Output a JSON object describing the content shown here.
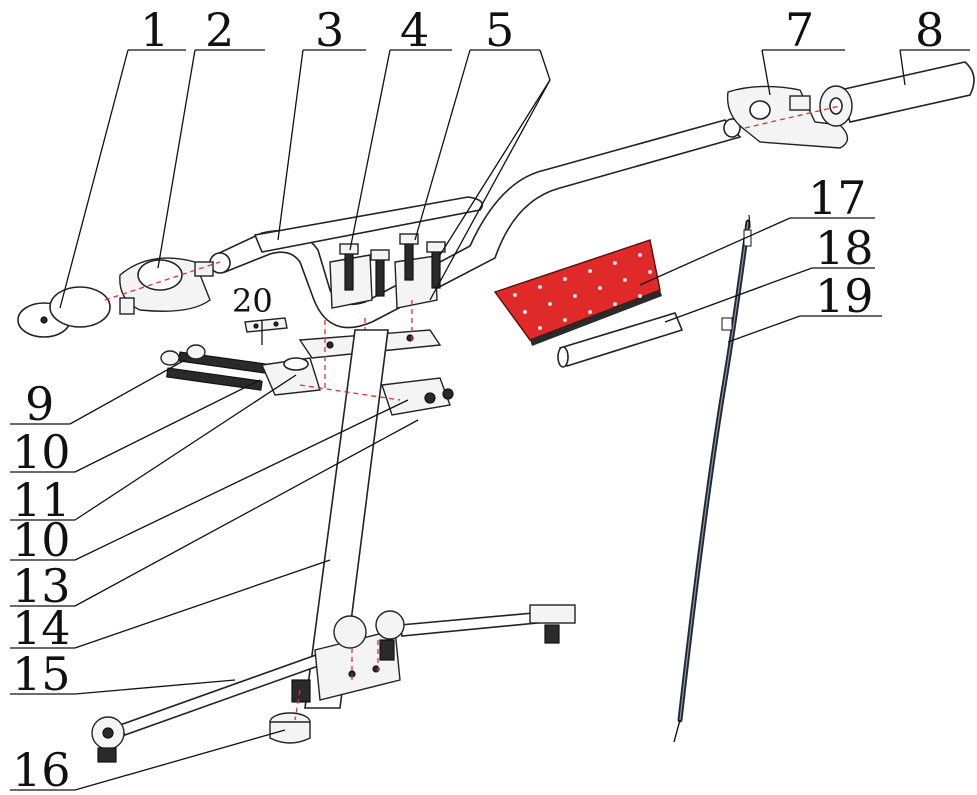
{
  "callouts": [
    {
      "id": "c1",
      "label": "1"
    },
    {
      "id": "c2",
      "label": "2"
    },
    {
      "id": "c3",
      "label": "3"
    },
    {
      "id": "c4",
      "label": "4"
    },
    {
      "id": "c5",
      "label": "5"
    },
    {
      "id": "c7",
      "label": "7"
    },
    {
      "id": "c8",
      "label": "8"
    },
    {
      "id": "c9",
      "label": "9"
    },
    {
      "id": "c10a",
      "label": "10"
    },
    {
      "id": "c11",
      "label": "11"
    },
    {
      "id": "c10b",
      "label": "10"
    },
    {
      "id": "c13",
      "label": "13"
    },
    {
      "id": "c14",
      "label": "14"
    },
    {
      "id": "c15",
      "label": "15"
    },
    {
      "id": "c16",
      "label": "16"
    },
    {
      "id": "c17",
      "label": "17"
    },
    {
      "id": "c18",
      "label": "18"
    },
    {
      "id": "c19",
      "label": "19"
    },
    {
      "id": "c20",
      "label": "20"
    }
  ],
  "colors": {
    "line": "#111111",
    "tape_red": "#e02a2a",
    "dash_red": "#e03030",
    "cable": "#222831"
  }
}
